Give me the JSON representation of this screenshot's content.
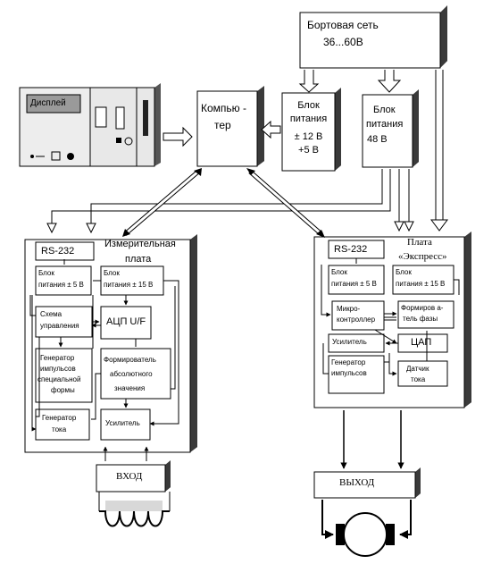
{
  "power_network": {
    "line1": "Бортовая сеть",
    "line2": "36...60В"
  },
  "display_label": "Дисплей",
  "computer": {
    "line1": "Компью -",
    "line2": "тер"
  },
  "psu_12": {
    "line1": "Блок",
    "line2": "питания",
    "line3": "± 12 В",
    "line4": "+5 В"
  },
  "psu_48": {
    "line1": "Блок",
    "line2": "питания",
    "line3": "48 В"
  },
  "measuring_board": {
    "title1": "Измерительная",
    "title2": "плата",
    "rs232": "RS-232",
    "psu5": {
      "line1": "Блок",
      "line2": "питания ± 5 В"
    },
    "psu15": {
      "line1": "Блок",
      "line2": "питания ± 15 В"
    },
    "control": {
      "line1": "Схема",
      "line2": "управления"
    },
    "adc": "АЦП U/F",
    "pulse_gen": {
      "line1": "Генератор",
      "line2": "импульсов",
      "line3": "специальной",
      "line4": "формы"
    },
    "abs_former": {
      "line1": "Формирователь",
      "line2": "абсолютного",
      "line3": "значения"
    },
    "current_gen": {
      "line1": "Генератор",
      "line2": "тока"
    },
    "amplifier": "Усилитель"
  },
  "express_board": {
    "title1": "Плата",
    "title2": "«Экспресс»",
    "rs232": "RS-232",
    "psu5": {
      "line1": "Блок",
      "line2": "питания ± 5 В"
    },
    "psu15": {
      "line1": "Блок",
      "line2": "питания ± 15 В"
    },
    "mcu": {
      "line1": "Микро-",
      "line2": "контроллер"
    },
    "phase": {
      "line1": "Формиров а-",
      "line2": "тель фазы"
    },
    "amplifier": "Усилитель",
    "dac": "ЦАП",
    "pulse_gen": {
      "line1": "Генератор",
      "line2": "импульсов"
    },
    "sensor": {
      "line1": "Датчик",
      "line2": "тока"
    }
  },
  "input_label": "ВХОД",
  "output_label": "ВЫХОД"
}
